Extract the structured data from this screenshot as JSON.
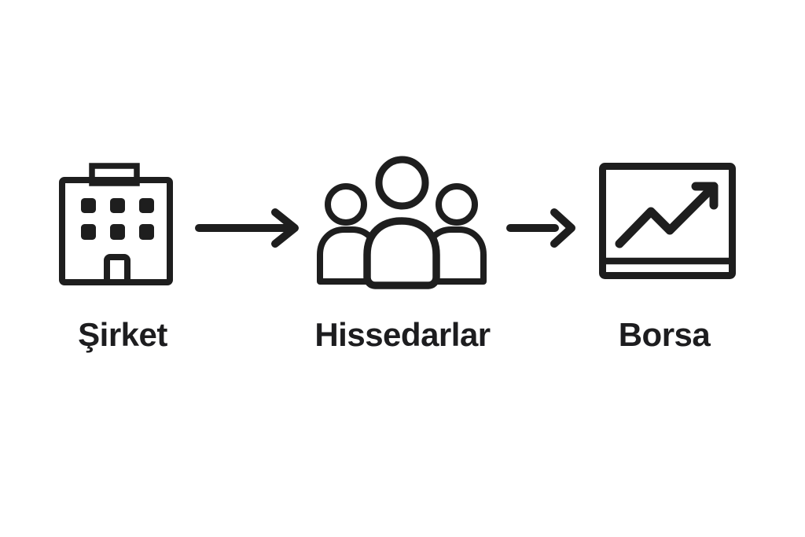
{
  "diagram": {
    "title": "",
    "background_color": "#ffffff",
    "ink_color": "#1e1e1e",
    "label_color": "#1d1d1f",
    "nodes": [
      {
        "id": "sirket",
        "label": "Şirket",
        "icon": "building-icon"
      },
      {
        "id": "hissedarlar",
        "label": "Hissedarlar",
        "icon": "people-icon"
      },
      {
        "id": "borsa",
        "label": "Borsa",
        "icon": "chart-up-icon"
      }
    ],
    "connectors": [
      {
        "from": "sirket",
        "to": "hissedarlar",
        "type": "arrow-right"
      },
      {
        "from": "hissedarlar",
        "to": "borsa",
        "type": "arrow-right"
      }
    ]
  }
}
